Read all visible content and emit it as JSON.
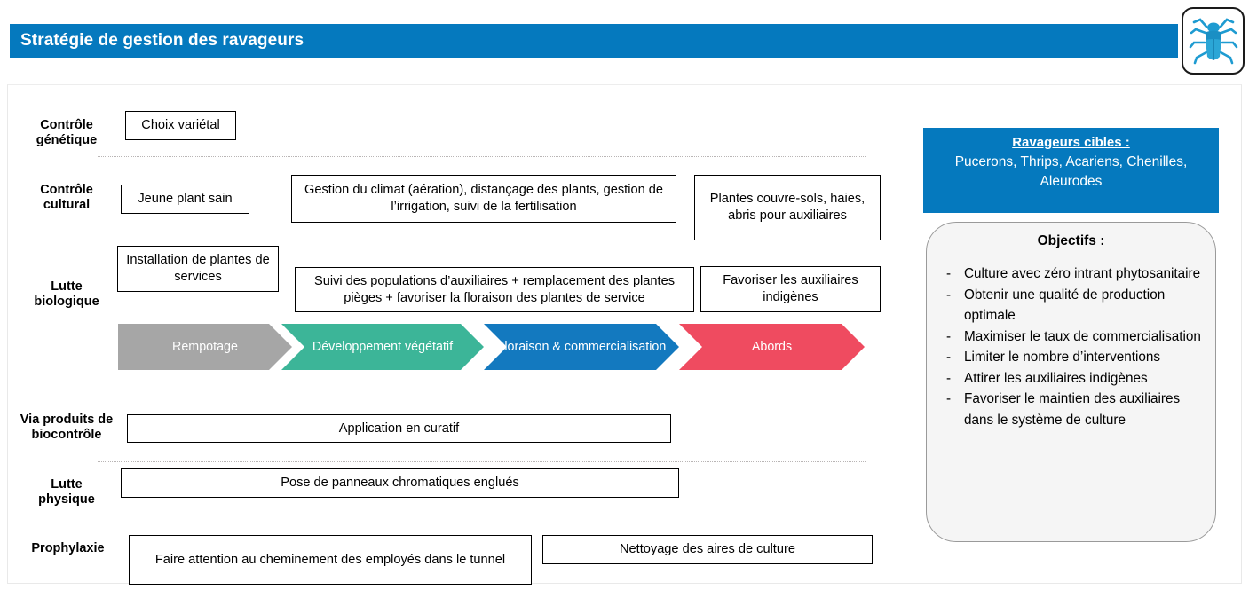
{
  "header": {
    "title": "Stratégie de gestion des ravageurs",
    "banner_color": "#0579BE",
    "logo_icon": "beetle-icon"
  },
  "rows": [
    {
      "label": "Contrôle\ngénétique",
      "label_line1": "Contrôle",
      "label_line2": "génétique",
      "boxes": [
        {
          "text": "Choix variétal"
        }
      ]
    },
    {
      "label_line1": "Contrôle",
      "label_line2": "cultural",
      "boxes": [
        {
          "text": "Jeune plant sain"
        },
        {
          "text": "Gestion du climat (aération), distançage des plants, gestion de l’irrigation, suivi de la fertilisation"
        },
        {
          "text": "Plantes couvre-sols, haies, abris pour auxiliaires"
        }
      ]
    },
    {
      "label_line1": "Lutte",
      "label_line2": "biologique",
      "boxes": [
        {
          "text": "Installation de plantes de services"
        },
        {
          "text": "Suivi des populations d’auxiliaires + remplacement des plantes pièges + favoriser la floraison des plantes de service"
        },
        {
          "text": "Favoriser les auxiliaires indigènes"
        }
      ]
    },
    {
      "label_line1": "Via produits de",
      "label_line2": "biocontrôle",
      "boxes": [
        {
          "text": "Application en curatif"
        }
      ]
    },
    {
      "label_line1": "Lutte",
      "label_line2": "physique",
      "boxes": [
        {
          "text": "Pose de panneaux chromatiques englués"
        }
      ]
    },
    {
      "label_line1": "Prophylaxie",
      "label_line2": "",
      "boxes": [
        {
          "text": "Faire attention au cheminement des employés dans le tunnel"
        },
        {
          "text": "Nettoyage des aires de culture"
        }
      ]
    }
  ],
  "stages": [
    {
      "label": "Rempotage",
      "color": "#A6A6A6"
    },
    {
      "label": "Développement végétatif",
      "color": "#3CB598"
    },
    {
      "label": "Floraison & commercialisation",
      "color": "#1379BF"
    },
    {
      "label": "Abords",
      "color": "#EF4B60"
    }
  ],
  "pests_panel": {
    "title": "Ravageurs cibles :",
    "list": "Pucerons, Thrips, Acariens, Chenilles, Aleurodes",
    "background": "#0579BE"
  },
  "goals_panel": {
    "title": "Objectifs :",
    "dash": "-",
    "items": [
      "Culture avec zéro intrant phytosanitaire",
      "Obtenir une qualité de production optimale",
      "Maximiser le taux de commercialisation",
      "Limiter le nombre d’interventions",
      "Attirer les auxiliaires indigènes",
      "Favoriser le maintien des auxiliaires dans le système de culture"
    ]
  }
}
